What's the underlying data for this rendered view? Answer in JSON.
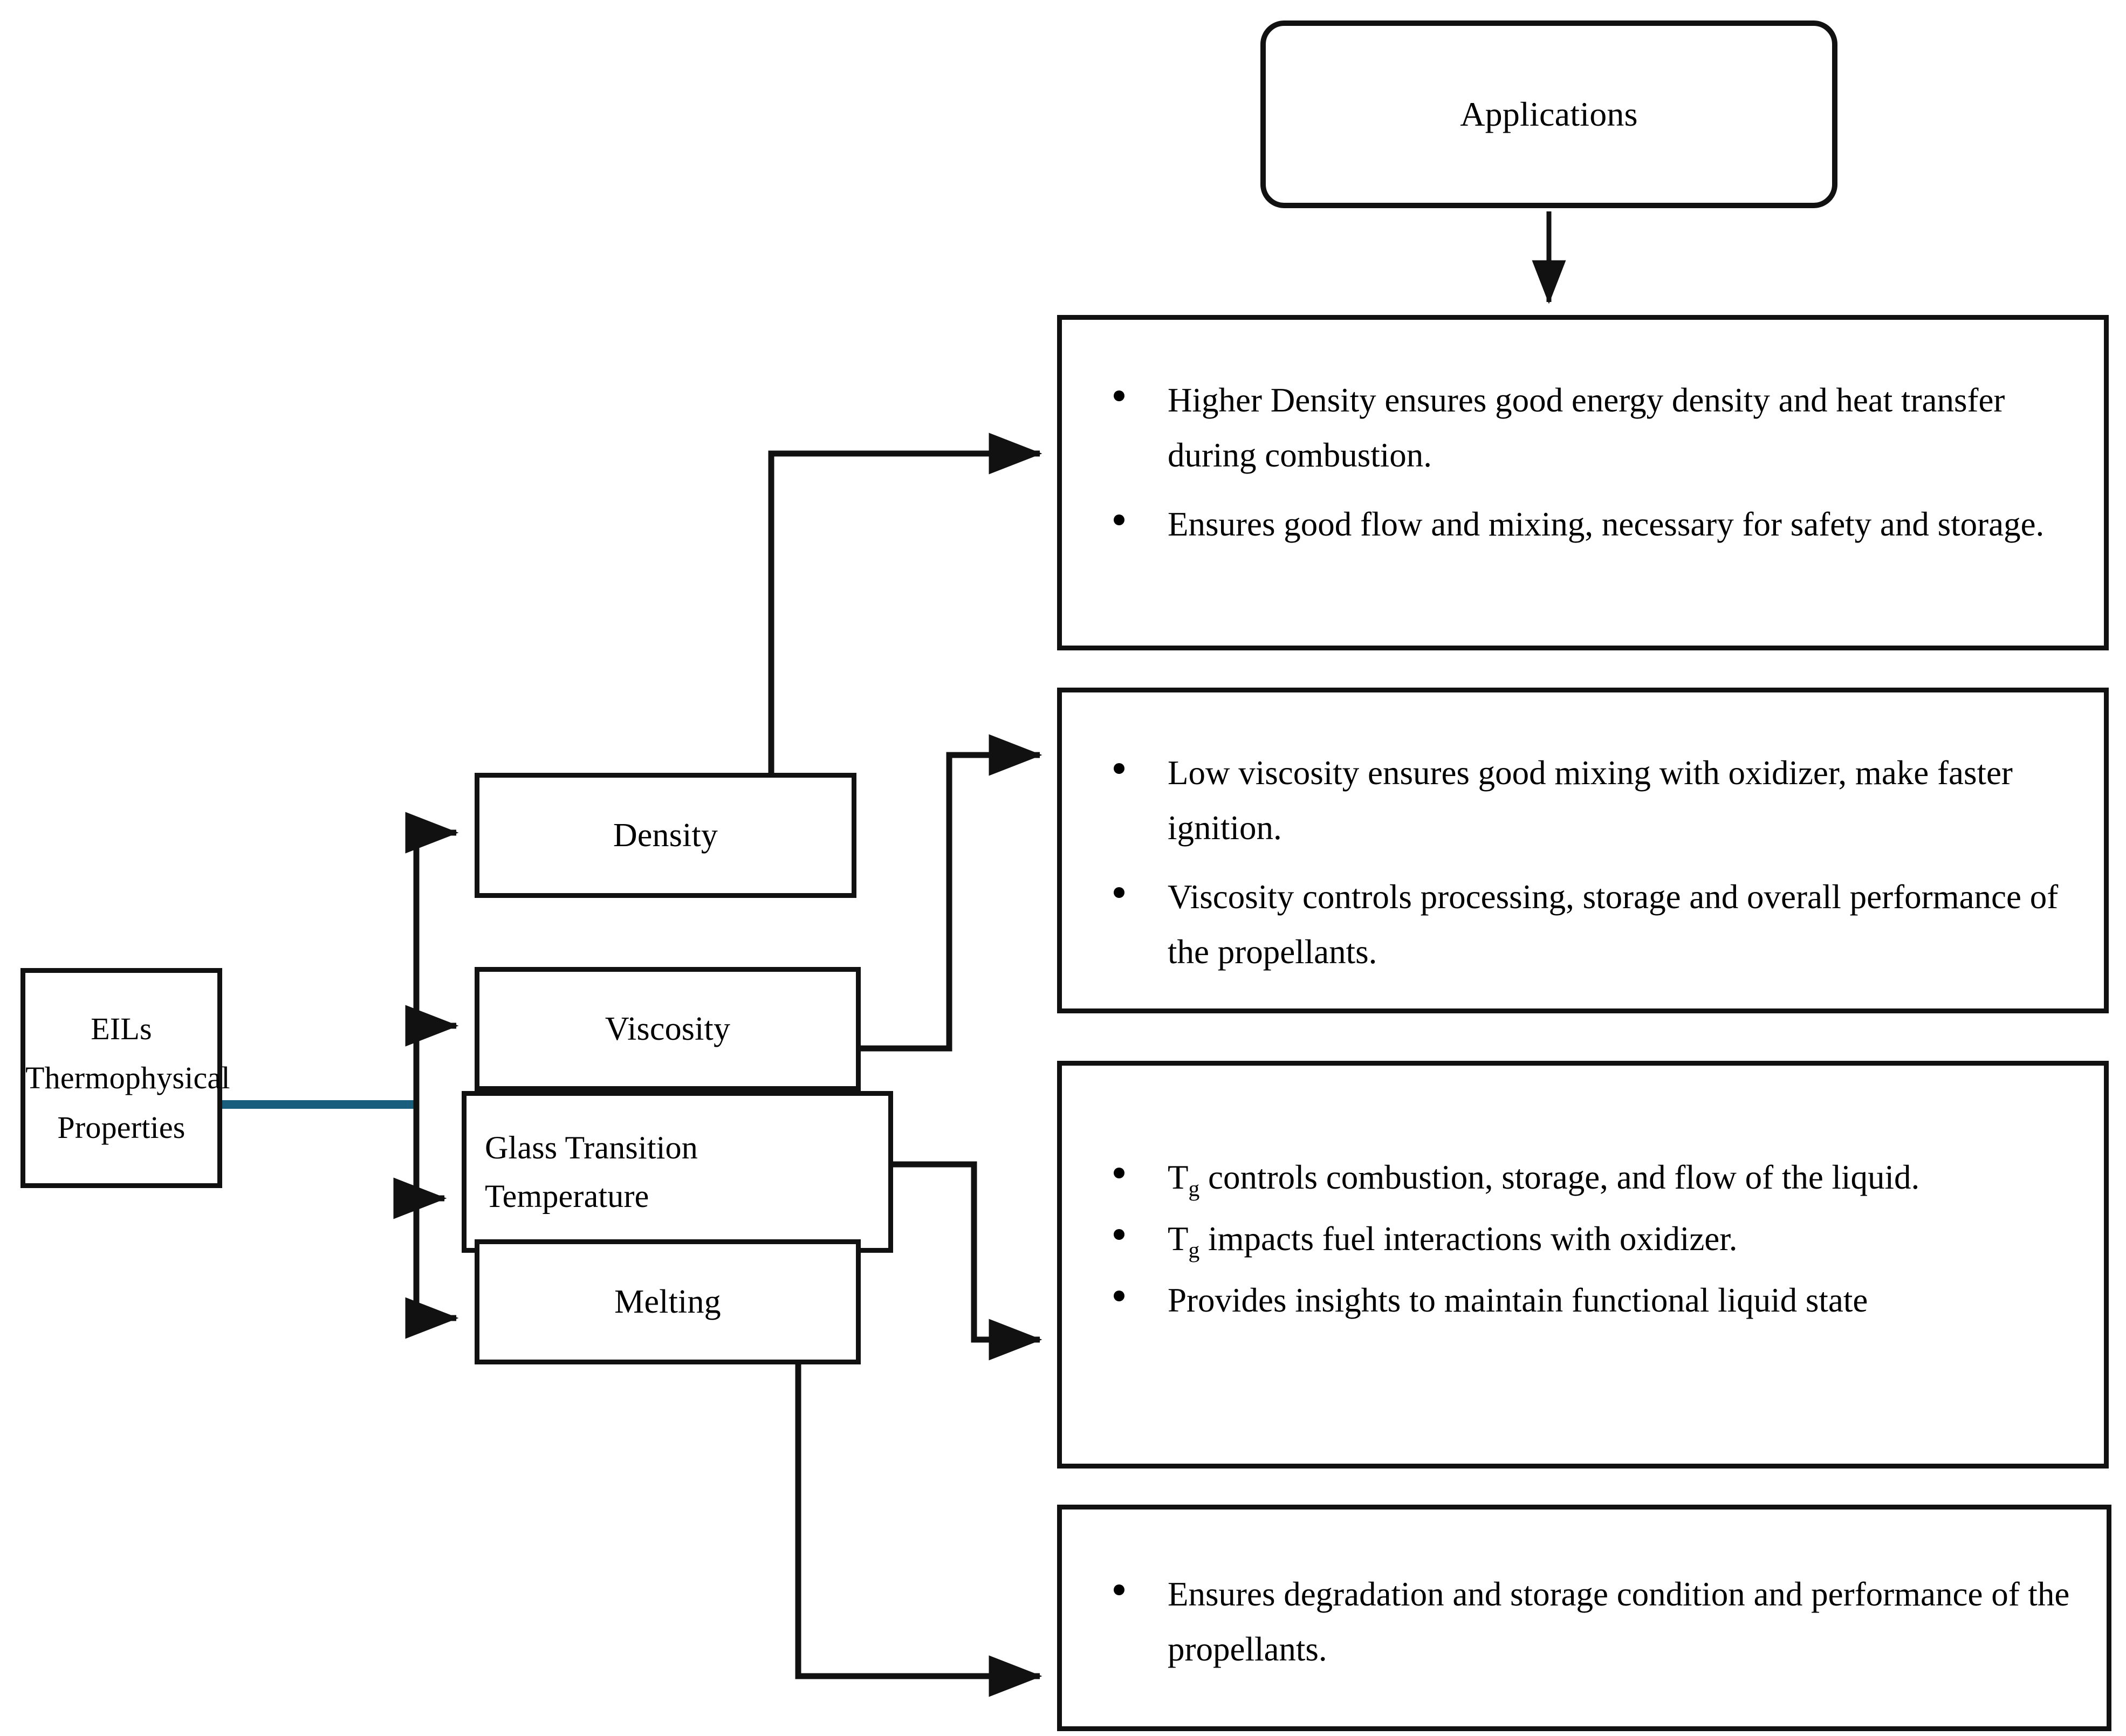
{
  "diagram": {
    "title": "EILs Thermophysical Properties and Applications",
    "type": "flowchart",
    "background_color": "#ffffff",
    "line_color": "#111111",
    "accent_color": "#1a5e7e"
  },
  "root_node": {
    "label": "EILs\nThermophysical\nProperties"
  },
  "applications_node": {
    "label": "Applications"
  },
  "properties": [
    {
      "id": "density",
      "label": "Density"
    },
    {
      "id": "viscosity",
      "label": "Viscosity"
    },
    {
      "id": "glass",
      "label": "Glass Transition\nTemperature"
    },
    {
      "id": "melting",
      "label": "Melting"
    }
  ],
  "details": {
    "density": {
      "bullets": [
        "Higher Density ensures good energy density and heat transfer during combustion.",
        "Ensures good flow and mixing, necessary for safety and storage."
      ]
    },
    "viscosity": {
      "bullets": [
        "Low viscosity ensures good mixing with oxidizer, make faster ignition.",
        "Viscosity controls processing, storage and overall performance of the propellants."
      ]
    },
    "glass": {
      "bullets": [
        "T<sub>g</sub> controls combustion, storage, and flow of the liquid.",
        "T<sub>g</sub> impacts fuel interactions with oxidizer.",
        "Provides insights to maintain functional liquid state"
      ]
    },
    "melting": {
      "bullets": [
        "Ensures degradation and storage condition and performance of the propellants."
      ]
    }
  }
}
